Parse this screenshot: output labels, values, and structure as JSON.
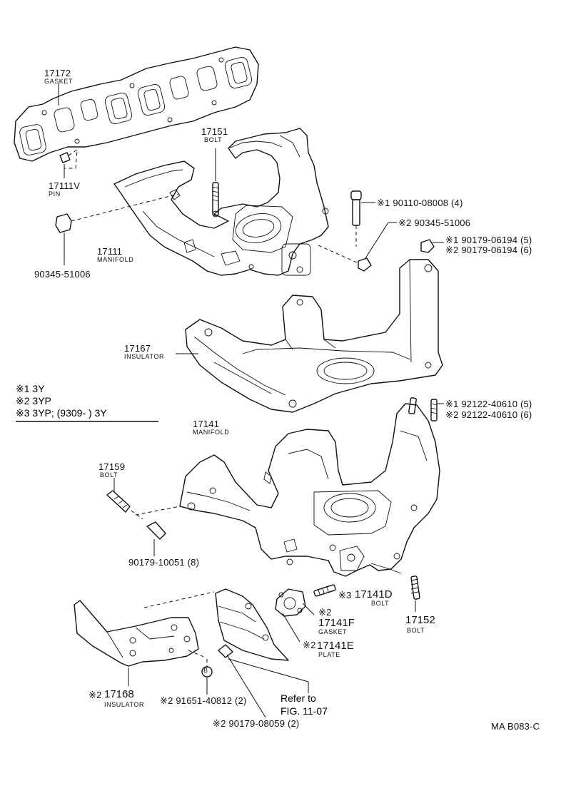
{
  "labels": {
    "gasket_17172": {
      "num": "17172",
      "name": "GASKET"
    },
    "bolt_17151": {
      "num": "17151",
      "name": "BOLT"
    },
    "pin_17111v": {
      "num": "17111V",
      "name": "PIN"
    },
    "bolt_90110": {
      "text": "※1 90110-08008 (4)"
    },
    "bolt_90345_right": {
      "text": "※2   90345-51006"
    },
    "nut_90179_06194_a": {
      "text": "※1 90179-06194 (5)"
    },
    "nut_90179_06194_b": {
      "text": "※2 90179-06194 (6)"
    },
    "manifold_17111": {
      "num": "17111",
      "name": "MANIFOLD"
    },
    "plug_90345_left": {
      "text": "90345-51006"
    },
    "insulator_17167": {
      "num": "17167",
      "name": "INSULATOR"
    },
    "stud_92122_a": {
      "text": "※1 92122-40610 (5)"
    },
    "stud_92122_b": {
      "text": "※2 92122-40610 (6)"
    },
    "manifold_17141": {
      "num": "17141",
      "name": "MANIFOLD"
    },
    "bolt_17159": {
      "num": "17159",
      "name": "BOLT"
    },
    "nut_90179_10051": {
      "text": "90179-10051 (8)"
    },
    "bolt_17141d": {
      "mark": "※3",
      "num": "17141D",
      "name": "BOLT"
    },
    "gasket_17141f": {
      "mark": "※2",
      "num": "17141F",
      "name": "GASKET"
    },
    "plate_17141e": {
      "mark": "※2",
      "num": "17141E",
      "name": "PLATE"
    },
    "bolt_17152": {
      "num": "17152",
      "name": "BOLT"
    },
    "insulator_17168": {
      "mark": "※2",
      "num": "17168",
      "name": "INSULATOR"
    },
    "bolt_91651": {
      "text": "※2 91651-40812 (2)"
    },
    "nut_90179_08059": {
      "text": "※2 90179-08059 (2)"
    },
    "washer_symbol": {
      "text": "B"
    }
  },
  "legend": [
    {
      "text": "※1 3Y"
    },
    {
      "text": "※2 3YP"
    },
    {
      "text": "※3 3YP; (9309-        ) 3Y"
    }
  ],
  "refer": {
    "line1": "Refer to",
    "line2": "FIG. 11-07"
  },
  "diagram_code": "MA B083-C"
}
